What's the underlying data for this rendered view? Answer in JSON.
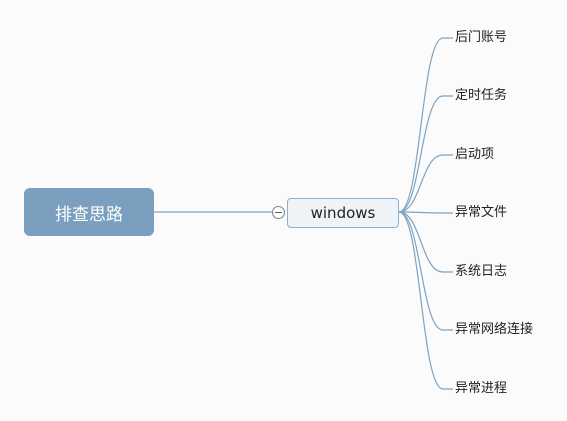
{
  "root": {
    "label": "排查思路"
  },
  "branch": {
    "label": "windows"
  },
  "leaves": [
    {
      "label": "后门账号"
    },
    {
      "label": "定时任务"
    },
    {
      "label": "启动项"
    },
    {
      "label": "异常文件"
    },
    {
      "label": "系统日志"
    },
    {
      "label": "异常网络连接"
    },
    {
      "label": "异常进程"
    }
  ],
  "colors": {
    "root_fill": "#7a9fbf",
    "connector": "#7ea3c2",
    "branch_border": "#8fb0cc"
  }
}
